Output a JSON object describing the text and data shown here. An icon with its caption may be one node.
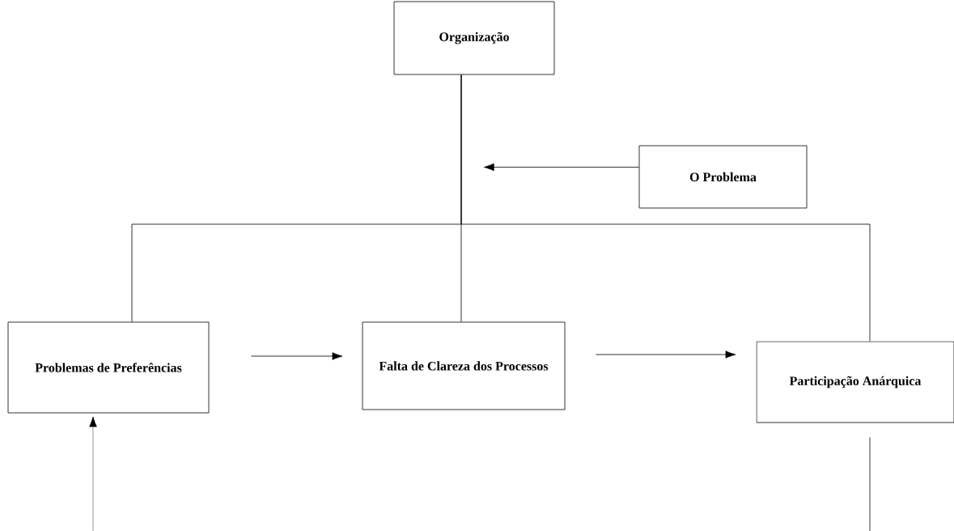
{
  "diagram": {
    "nodes": [
      {
        "text": [
          "Organização"
        ]
      },
      {
        "text": [
          "O Problema"
        ]
      },
      {
        "text": [
          "Problemas de Preferências"
        ]
      },
      {
        "text": [
          "Falta de Clareza dos Processos"
        ]
      },
      {
        "text": [
          "Participação Anárquica"
        ]
      }
    ],
    "edges": [
      {
        "from": 0,
        "to": 3,
        "arrow": "none"
      },
      {
        "from": 0,
        "to": 2,
        "arrow": "none"
      },
      {
        "from": 0,
        "to": 4,
        "arrow": "none"
      },
      {
        "from": 1,
        "to": null,
        "arrow": "to"
      },
      {
        "from": 2,
        "to": 3,
        "arrow": "to"
      },
      {
        "from": 3,
        "to": 4,
        "arrow": "to"
      },
      {
        "from": null,
        "to": 2,
        "arrow": "to"
      },
      {
        "from": 4,
        "to": null,
        "arrow": "none"
      }
    ]
  }
}
